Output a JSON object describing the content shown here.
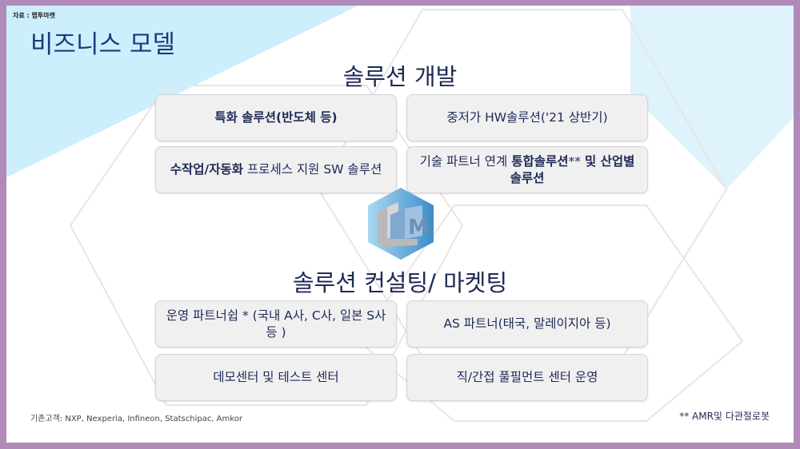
{
  "source": "자료 : 랩투마켓",
  "title": "비즈니스 모델",
  "sections": {
    "development": "솔루션 개발",
    "consulting": "솔루션 컨설팅/ 마켓팅"
  },
  "boxes": [
    {
      "segments": [
        {
          "t": "특화 솔루션(반도체 등)",
          "b": true
        }
      ]
    },
    {
      "segments": [
        {
          "t": "중저가 HW솔루션('21 상반기)",
          "b": false
        }
      ]
    },
    {
      "segments": [
        {
          "t": "수작업/자동화",
          "b": true
        },
        {
          "t": " 프로세스 지원 SW 솔루션",
          "b": false
        }
      ]
    },
    {
      "segments": [
        {
          "t": "기술 파트너 연계 ",
          "b": false
        },
        {
          "t": "통합솔루션",
          "b": true
        },
        {
          "t": "** ",
          "b": false
        },
        {
          "t": "및 산업별 솔루션",
          "b": true
        }
      ]
    },
    {
      "segments": [
        {
          "t": "운영 파트너쉽 * (국내 A사, C사, 일본 S사 등 )",
          "b": false
        }
      ]
    },
    {
      "segments": [
        {
          "t": "AS 파트너(태국, 말레이지아 등)",
          "b": false
        }
      ]
    },
    {
      "segments": [
        {
          "t": "데모센터 및 테스트 센터",
          "b": false
        }
      ]
    },
    {
      "segments": [
        {
          "t": "직/간접 풀필먼트 센터 운영",
          "b": false
        }
      ]
    }
  ],
  "footer": {
    "customers": "기존고객: NXP, Nexperia, Infineon, Statschipac, Amkor",
    "note": "** AMR및 다관절로봇"
  },
  "colors": {
    "frame": "#b08ab8",
    "accent": "#1f3a7a",
    "lightblue": "#cdeefc"
  }
}
